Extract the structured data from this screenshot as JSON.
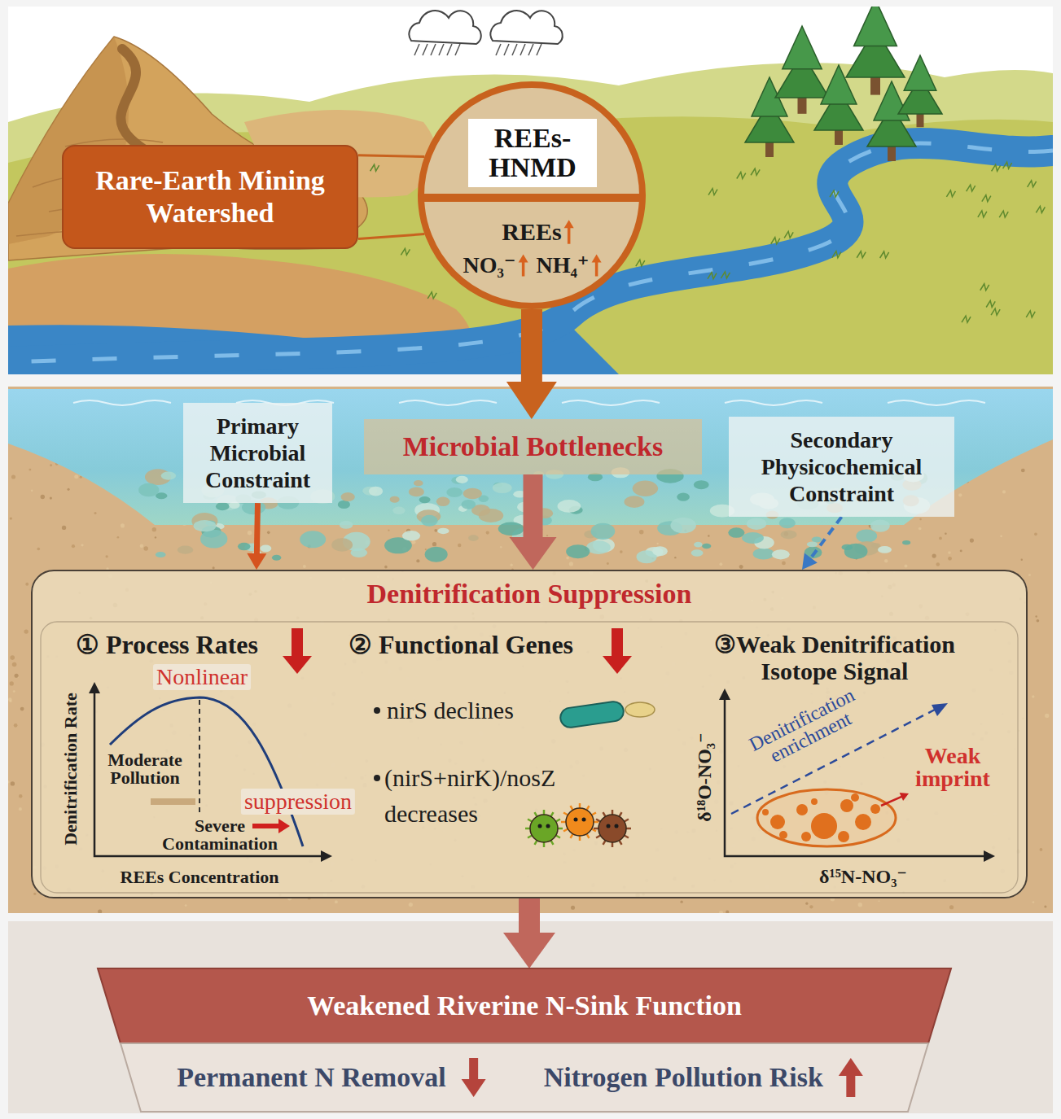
{
  "diagram": {
    "nodes": [
      {
        "text": [
          "Rare-Earth Mining Watershed"
        ]
      },
      {
        "text": [
          "REEs",
          "NO₃⁻",
          "NH₄⁺"
        ]
      },
      {
        "text": [
          "REEs-HNMD"
        ],
        "in": 1
      },
      {
        "text": [
          "Primary Microbial Constraint"
        ]
      },
      {
        "text": [
          "Microbial Bottlenecks"
        ]
      },
      {
        "text": [
          "Secondary Physicochemical Constraint"
        ]
      },
      {
        "text": [
          "Denitrification Suppression"
        ]
      },
      {
        "text": [
          "Weakened Riverine N-Sink Function"
        ]
      },
      {
        "text": [
          "Permanent N Removal",
          "Nitrogen Pollution Risk"
        ]
      }
    ],
    "edges": [
      {
        "from": 0,
        "to": 1,
        "arrow": "none"
      },
      {
        "from": 0,
        "to": 1,
        "arrow": "none"
      },
      {
        "from": 1,
        "to": 4,
        "arrow": "to"
      },
      {
        "from": 4,
        "to": 6,
        "arrow": "to"
      },
      {
        "from": 3,
        "to": 6,
        "arrow": "to"
      },
      {
        "from": 5,
        "to": 6,
        "arrow": "to"
      },
      {
        "from": 6,
        "to": 7,
        "arrow": "to"
      }
    ],
    "labels": [
      "① Process Rates",
      "Nonlinear",
      "Denitrification Rate",
      "Moderate Pollution",
      "suppression",
      "Severe Contamination",
      "REEs Concentration",
      "② Functional Genes",
      "nirS declines",
      "(nirS+nirK)/nosZ decreases",
      "③Weak Denitrification Isotope Signal",
      "δ¹⁸O-NO₃⁻",
      "Denitrification enrichment",
      "Weak imprint",
      "δ¹⁵N-NO₃⁻"
    ]
  }
}
